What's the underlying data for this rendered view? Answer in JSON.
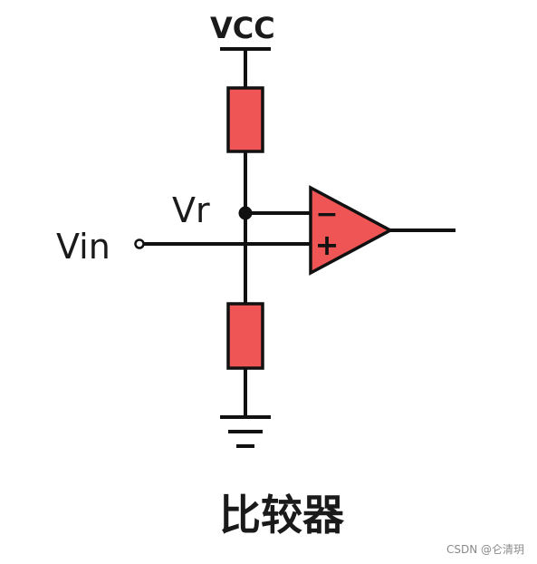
{
  "labels": {
    "vcc": "VCC",
    "vr": "Vr",
    "vin": "Vin",
    "minus": "−",
    "plus": "+",
    "caption": "比较器"
  },
  "watermark": "CSDN @仑清玥",
  "colors": {
    "component_fill": "#f05555",
    "wire": "#111111",
    "text": "#1a1a1a"
  }
}
